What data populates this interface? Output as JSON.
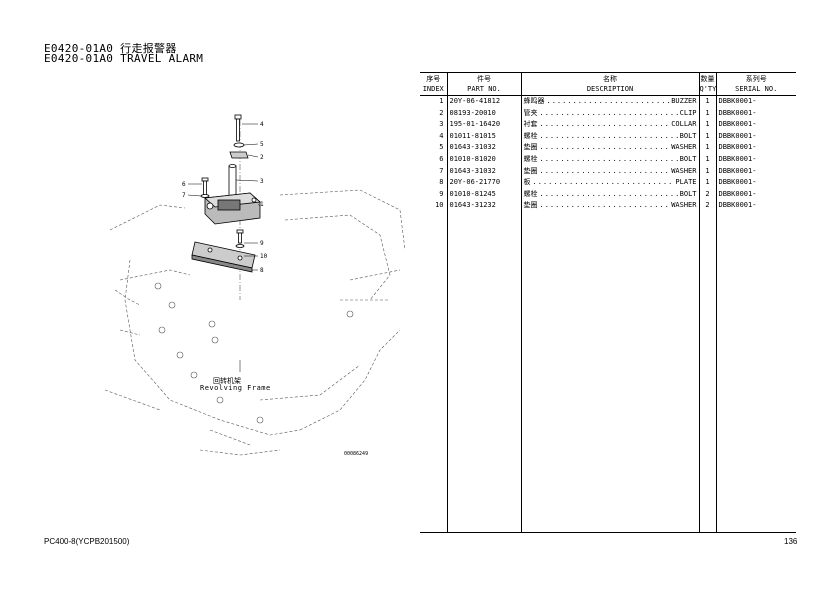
{
  "header": {
    "title_cn": "E0420-01A0 行走报警器",
    "title_en": "E0420-01A0 TRAVEL ALARM"
  },
  "diagram": {
    "frame_label_cn": "回转机架",
    "frame_label_en": "Revolving Frame",
    "figure_id": "00086249",
    "callouts": [
      "4",
      "5",
      "2",
      "3",
      "1",
      "6",
      "7",
      "9",
      "10",
      "8"
    ]
  },
  "table": {
    "headers": {
      "index_cn": "序号",
      "index_en": "INDEX",
      "part_cn": "件号",
      "part_en": "PART NO.",
      "desc_cn": "名称",
      "desc_en": "DESCRIPTION",
      "qty_cn": "数量",
      "qty_en": "Q'TY",
      "serial_cn": "系列号",
      "serial_en": "SERIAL NO."
    },
    "rows": [
      {
        "index": "1",
        "part_no": "20Y-06-41812",
        "name_cn": "蜂鸣器",
        "name_en": "BUZZER",
        "qty": "1",
        "serial": "DBBK0001-"
      },
      {
        "index": "2",
        "part_no": "08193-20010",
        "name_cn": "管夹",
        "name_en": "CLIP",
        "qty": "1",
        "serial": "DBBK0001-"
      },
      {
        "index": "3",
        "part_no": "195-01-16420",
        "name_cn": "衬套",
        "name_en": "COLLAR",
        "qty": "1",
        "serial": "DBBK0001-"
      },
      {
        "index": "4",
        "part_no": "01011-81015",
        "name_cn": "螺栓",
        "name_en": "BOLT",
        "qty": "1",
        "serial": "DBBK0001-"
      },
      {
        "index": "5",
        "part_no": "01643-31032",
        "name_cn": "垫圈",
        "name_en": "WASHER",
        "qty": "1",
        "serial": "DBBK0001-"
      },
      {
        "index": "6",
        "part_no": "01010-81020",
        "name_cn": "螺栓",
        "name_en": "BOLT",
        "qty": "1",
        "serial": "DBBK0001-"
      },
      {
        "index": "7",
        "part_no": "01643-31032",
        "name_cn": "垫圈",
        "name_en": "WASHER",
        "qty": "1",
        "serial": "DBBK0001-"
      },
      {
        "index": "8",
        "part_no": "20Y-06-21770",
        "name_cn": "板",
        "name_en": "PLATE",
        "qty": "1",
        "serial": "DBBK0001-"
      },
      {
        "index": "9",
        "part_no": "01010-81245",
        "name_cn": "螺栓",
        "name_en": "BOLT",
        "qty": "2",
        "serial": "DBBK0001-"
      },
      {
        "index": "10",
        "part_no": "01643-31232",
        "name_cn": "垫圈",
        "name_en": "WASHER",
        "qty": "2",
        "serial": "DBBK0001-"
      }
    ]
  },
  "footer": {
    "model": "PC400-8(YCPB201500)",
    "page": "136"
  }
}
